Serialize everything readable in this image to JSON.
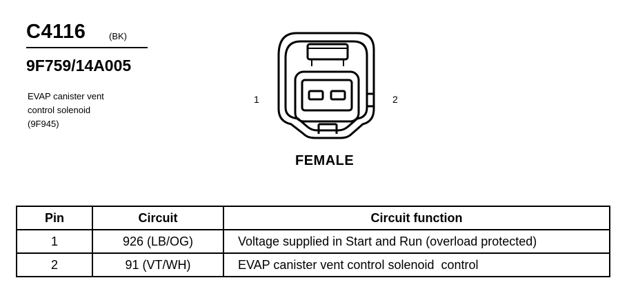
{
  "connector": {
    "id": "C4116",
    "color_code": "(BK)",
    "part_number": "9F759/14A005",
    "description_lines": [
      "EVAP canister vent",
      "control solenoid",
      "(9F945)"
    ],
    "gender": "FEMALE",
    "pin_labels": [
      "1",
      "2"
    ]
  },
  "table": {
    "headers": [
      "Pin",
      "Circuit",
      "Circuit function"
    ],
    "rows": [
      {
        "pin": "1",
        "circuit": "926 (LB/OG)",
        "function": "Voltage supplied in Start and Run (overload protected)"
      },
      {
        "pin": "2",
        "circuit": "91 (VT/WH)",
        "function": "EVAP canister vent control solenoid  control"
      }
    ]
  }
}
